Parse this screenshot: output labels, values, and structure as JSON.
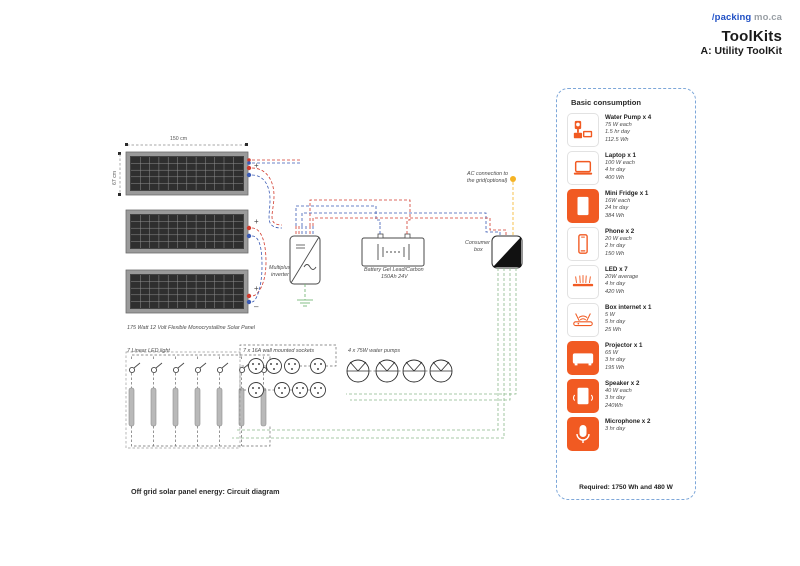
{
  "header": {
    "brand_slash": "/",
    "brand_name": "packing",
    "brand_domain": "mo.ca",
    "title": "ToolKits",
    "subtitle": "A: Utility ToolKit"
  },
  "sidebar": {
    "title": "Basic consumption",
    "footer": "Required: 1750 Wh and 480 W",
    "border_color": "#7da7d9",
    "accent_color": "#f15a22",
    "items": [
      {
        "icon": "water-pump-icon",
        "filled": false,
        "name": "Water Pump x 4",
        "power": "75 W each",
        "usage": "1.5 hr day",
        "total": "112.5 Wh"
      },
      {
        "icon": "laptop-icon",
        "filled": false,
        "name": "Laptop x 1",
        "power": "100 W each",
        "usage": "4 hr day",
        "total": "400 Wh"
      },
      {
        "icon": "mini-fridge-icon",
        "filled": true,
        "name": "Mini Fridge x 1",
        "power": "16W each",
        "usage": "24 hr day",
        "total": "384 Wh"
      },
      {
        "icon": "phone-icon",
        "filled": false,
        "name": "Phone x 2",
        "power": "20 W each",
        "usage": "2 hr day",
        "total": "150 Wh"
      },
      {
        "icon": "led-icon",
        "filled": false,
        "name": "LED x 7",
        "power": "20W average",
        "usage": "4 hr day",
        "total": "420 Wh"
      },
      {
        "icon": "router-icon",
        "filled": false,
        "name": "Box internet x 1",
        "power": "5 W",
        "usage": "5 hr day",
        "total": "25 Wh"
      },
      {
        "icon": "projector-icon",
        "filled": true,
        "name": "Projector x 1",
        "power": "65 W",
        "usage": "3 hr day",
        "total": "195 Wh"
      },
      {
        "icon": "speaker-icon",
        "filled": true,
        "name": "Speaker x 2",
        "power": "40 W each",
        "usage": "3 hr day",
        "total": "240Wh"
      },
      {
        "icon": "microphone-icon",
        "filled": true,
        "name": "Microphone x 2",
        "power": "3 hr day",
        "usage": "",
        "total": ""
      }
    ]
  },
  "diagram": {
    "caption": "Off grid solar panel energy: Circuit diagram",
    "panel_width_label": "150 cm",
    "panel_height_label": "67 cm",
    "panel_caption": "175 Watt 12 Volt Flexible Monocrystalline Solar Panel",
    "inverter_label_line1": "Multiplus",
    "inverter_label_line2": "inverter",
    "battery_label_line1": "Battery Gel Lead/Carbon",
    "battery_label_line2": "150Ah  24V",
    "consumer_box_line1": "Consumer",
    "consumer_box_line2": "box",
    "ac_grid_line1": "AC connection to",
    "ac_grid_line2": "the grid(optional)",
    "led_lights_label": "7 Linear LED light",
    "sockets_label": "7 x 16A wall mounted sockets",
    "pumps_label": "4 x 75W water pumps",
    "polarity_plus": "+",
    "polarity_minus": "–"
  }
}
